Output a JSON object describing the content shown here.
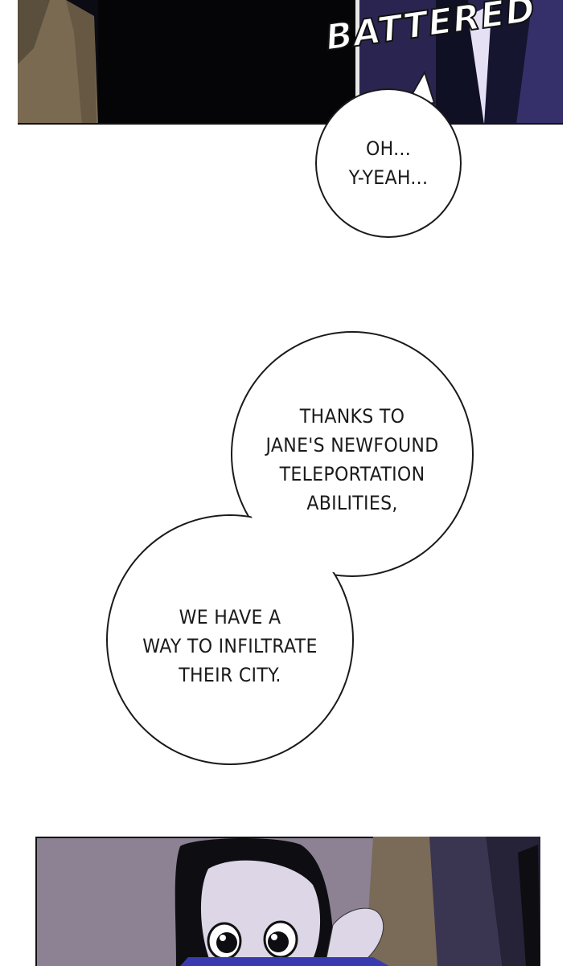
{
  "top_panel": {
    "sound_effect": "BATTERED",
    "colors": {
      "dark": "#0b0b14",
      "coat": "#7a6a52",
      "suit": "#2a2550",
      "shirt": "#e6e0f5"
    }
  },
  "speech_bubbles": [
    {
      "lines": [
        "OH...",
        "Y-YEAH..."
      ]
    },
    {
      "lines": [
        "THANKS TO",
        "JANE'S NEWFOUND",
        "TELEPORTATION",
        "ABILITIES,"
      ]
    },
    {
      "lines": [
        "WE HAVE A",
        "WAY TO INFILTRATE",
        "THEIR CITY."
      ]
    }
  ],
  "bottom_panel": {
    "colors": {
      "wall": "#8c8294",
      "hair": "#0e0e12",
      "skin": "#dcd6e6",
      "jacket": "#3a3ab0"
    }
  }
}
